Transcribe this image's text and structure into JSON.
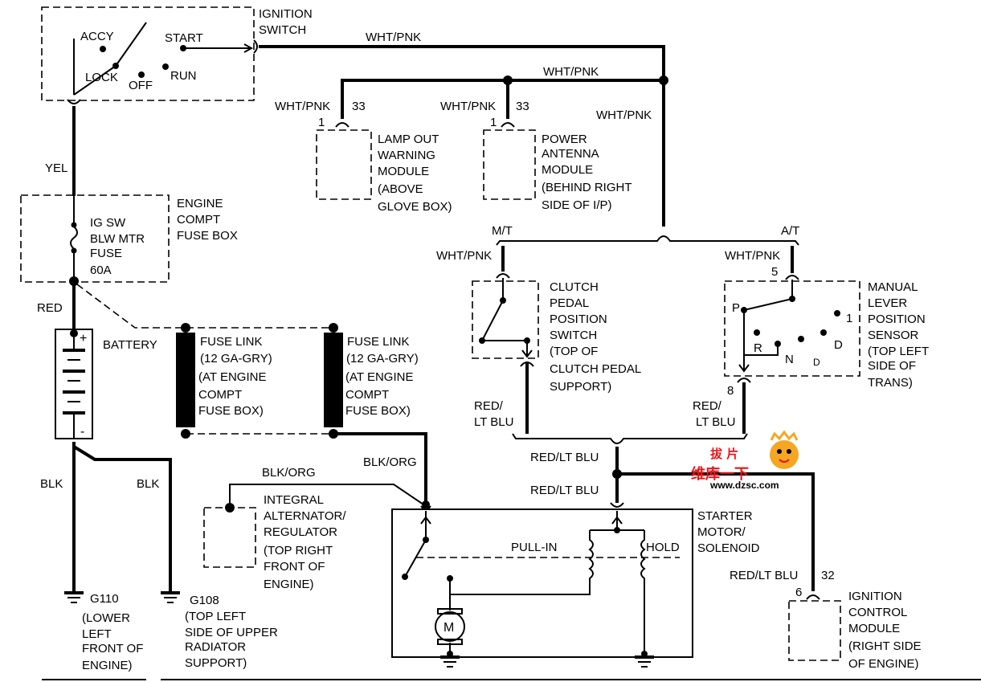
{
  "ignition_switch": {
    "label_line1": "IGNITION",
    "label_line2": "SWITCH",
    "positions": {
      "accy": "ACCY",
      "start": "START",
      "lock": "LOCK",
      "off": "OFF",
      "run": "RUN"
    }
  },
  "wires": {
    "wht_pnk_top": "WHT/PNK",
    "wht_pnk_mid": "WHT/PNK",
    "wht_pnk_right": "WHT/PNK",
    "wht_pnk_lamp": "WHT/PNK",
    "wht_pnk_antenna": "WHT/PNK",
    "wht_pnk_mt": "WHT/PNK",
    "wht_pnk_at": "WHT/PNK",
    "yel": "YEL",
    "red": "RED",
    "blk_left": "BLK",
    "blk_right": "BLK",
    "blk_org_top": "BLK/ORG",
    "blk_org_right": "BLK/ORG",
    "red_ltblu_left_1": "RED/",
    "red_ltblu_left_2": "LT BLU",
    "red_ltblu_right_1": "RED/",
    "red_ltblu_right_2": "LT BLU",
    "red_ltblu_junction": "RED/LT BLU",
    "red_ltblu_starter": "RED/LT BLU",
    "red_ltblu_icm": "RED/LT BLU"
  },
  "pins": {
    "lamp_1": "1",
    "lamp_33": "33",
    "antenna_1": "1",
    "antenna_33": "33",
    "mlps_5": "5",
    "mlps_8": "8",
    "icm_6": "6",
    "icm_32": "32"
  },
  "transmission": {
    "mt": "M/T",
    "at": "A/T"
  },
  "lamp_out_module": [
    "LAMP OUT",
    "WARNING",
    "MODULE",
    "(ABOVE",
    "GLOVE BOX)"
  ],
  "power_antenna_module": [
    "POWER",
    "ANTENNA",
    "MODULE",
    "(BEHIND RIGHT",
    "SIDE OF I/P)"
  ],
  "engine_fuse_box": [
    "ENGINE",
    "COMPT",
    "FUSE BOX"
  ],
  "fuse": [
    "IG SW",
    "BLW MTR",
    "FUSE",
    "60A"
  ],
  "battery": {
    "label": "BATTERY",
    "plus": "+",
    "minus": "-"
  },
  "fuse_link_1": [
    "FUSE LINK",
    "(12 GA-GRY)",
    "(AT ENGINE",
    "COMPT",
    "FUSE BOX)"
  ],
  "fuse_link_2": [
    "FUSE LINK",
    "(12 GA-GRY)",
    "(AT ENGINE",
    "COMPT",
    "FUSE BOX)"
  ],
  "clutch_switch": [
    "CLUTCH",
    "PEDAL",
    "POSITION",
    "SWITCH",
    "(TOP OF",
    "CLUTCH PEDAL",
    "SUPPORT)"
  ],
  "mlps": [
    "MANUAL",
    "LEVER",
    "POSITION",
    "SENSOR",
    "(TOP LEFT",
    "SIDE OF",
    "TRANS)"
  ],
  "mlps_positions": {
    "p": "P",
    "r": "R",
    "n": "N",
    "d_small": "D",
    "d": "D",
    "one": "1"
  },
  "alternator": [
    "INTEGRAL",
    "ALTERNATOR/",
    "REGULATOR",
    "(TOP RIGHT",
    "FRONT OF",
    "ENGINE)"
  ],
  "starter": {
    "label": [
      "STARTER",
      "MOTOR/",
      "SOLENOID"
    ],
    "pull_in": "PULL-IN",
    "hold": "HOLD",
    "motor": "M"
  },
  "ignition_control_module": [
    "IGNITION",
    "CONTROL",
    "MODULE",
    "(RIGHT SIDE",
    "OF ENGINE)"
  ],
  "ground_g110": [
    "G110",
    "(LOWER",
    "LEFT",
    "FRONT OF",
    "ENGINE)"
  ],
  "ground_g108": [
    "G108",
    "(TOP LEFT",
    "SIDE OF UPPER",
    "RADIATOR",
    "SUPPORT)"
  ],
  "watermark": {
    "line1": "维库一下",
    "url": "www.dzsc.com"
  },
  "colors": {
    "wire": "#000000",
    "background": "#ffffff",
    "watermark_red": "#e8141a",
    "watermark_orange": "#f5a623"
  }
}
